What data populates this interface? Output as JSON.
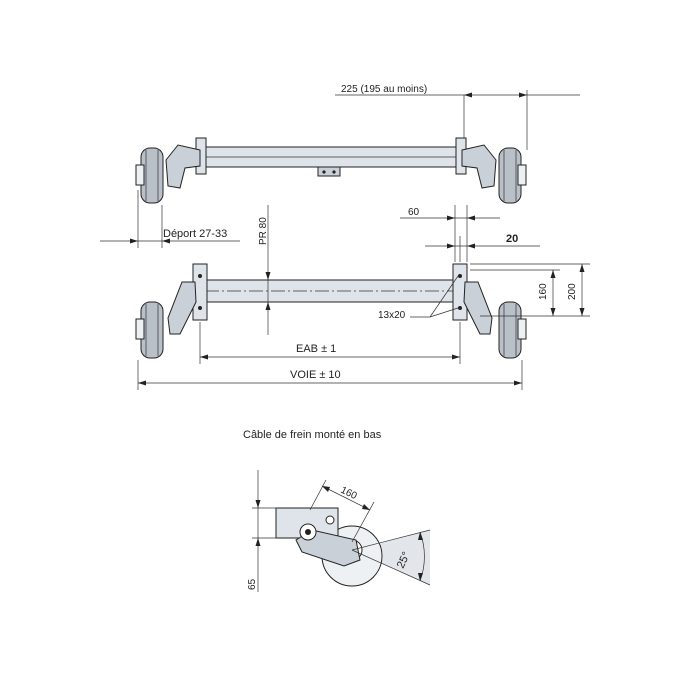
{
  "labels": {
    "dim_225": "225 (195 au moins)",
    "deport": "Déport 27-33",
    "pr80": "PR 80",
    "dim_60": "60",
    "dim_20": "20",
    "dim_160_v": "160",
    "dim_200_v": "200",
    "dim_13x20": "13x20",
    "eab": "EAB ± 1",
    "voie": "VOIE ± 10",
    "cable_caption": "Câble de frein monté en bas",
    "dim_160_side": "160",
    "angle_25": "25°",
    "dim_65": "65"
  }
}
